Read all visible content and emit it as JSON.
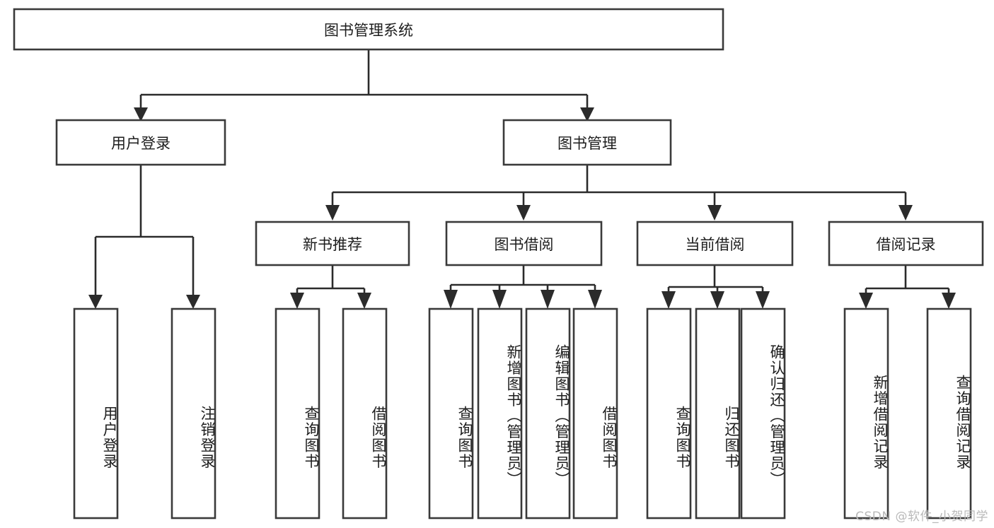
{
  "diagram": {
    "type": "tree-hierarchy",
    "title": "图书管理系统",
    "watermark": "CSDN @软件_小贺同学",
    "style": {
      "box_fill": "#ffffff",
      "box_stroke": "#3a3a3a",
      "edge_color": "#2b2b2b",
      "text_color": "#1d1d1d",
      "background": "#ffffff",
      "watermark_color": "#b9b9b9"
    },
    "levels": {
      "level0": [
        {
          "id": "root",
          "label": "图书管理系统",
          "orientation": "horizontal"
        }
      ],
      "level1": [
        {
          "id": "user-login",
          "label": "用户登录",
          "orientation": "horizontal",
          "parent": "root"
        },
        {
          "id": "book-manage",
          "label": "图书管理",
          "orientation": "horizontal",
          "parent": "root"
        }
      ],
      "level2": [
        {
          "id": "new-book-rec",
          "label": "新书推荐",
          "orientation": "horizontal",
          "parent": "book-manage"
        },
        {
          "id": "book-borrow",
          "label": "图书借阅",
          "orientation": "horizontal",
          "parent": "book-manage"
        },
        {
          "id": "current-borrow",
          "label": "当前借阅",
          "orientation": "horizontal",
          "parent": "book-manage"
        },
        {
          "id": "borrow-record",
          "label": "借阅记录",
          "orientation": "horizontal",
          "parent": "book-manage"
        }
      ],
      "level3": [
        {
          "id": "leaf-user-login",
          "label": "用户登录",
          "orientation": "vertical",
          "parent": "user-login"
        },
        {
          "id": "leaf-logout",
          "label": "注销登录",
          "orientation": "vertical",
          "parent": "user-login"
        },
        {
          "id": "leaf-query-book-1",
          "label": "查询图书",
          "orientation": "vertical",
          "parent": "new-book-rec"
        },
        {
          "id": "leaf-borrow-book-1",
          "label": "借阅图书",
          "orientation": "vertical",
          "parent": "new-book-rec"
        },
        {
          "id": "leaf-query-book-2",
          "label": "查询图书",
          "orientation": "vertical",
          "parent": "book-borrow"
        },
        {
          "id": "leaf-add-book",
          "label": "新增图书（管理员）",
          "orientation": "vertical",
          "parent": "book-borrow"
        },
        {
          "id": "leaf-edit-book",
          "label": "编辑图书（管理员）",
          "orientation": "vertical",
          "parent": "book-borrow"
        },
        {
          "id": "leaf-borrow-book-2",
          "label": "借阅图书",
          "orientation": "vertical",
          "parent": "book-borrow"
        },
        {
          "id": "leaf-query-book-3",
          "label": "查询图书",
          "orientation": "vertical",
          "parent": "current-borrow"
        },
        {
          "id": "leaf-return-book",
          "label": "归还图书",
          "orientation": "vertical",
          "parent": "current-borrow"
        },
        {
          "id": "leaf-confirm-return",
          "label": "确认归还（管理员）",
          "orientation": "vertical",
          "parent": "current-borrow"
        },
        {
          "id": "leaf-add-record",
          "label": "新增借阅记录",
          "orientation": "vertical",
          "parent": "borrow-record"
        },
        {
          "id": "leaf-query-record",
          "label": "查询借阅记录",
          "orientation": "vertical",
          "parent": "borrow-record"
        }
      ]
    }
  }
}
